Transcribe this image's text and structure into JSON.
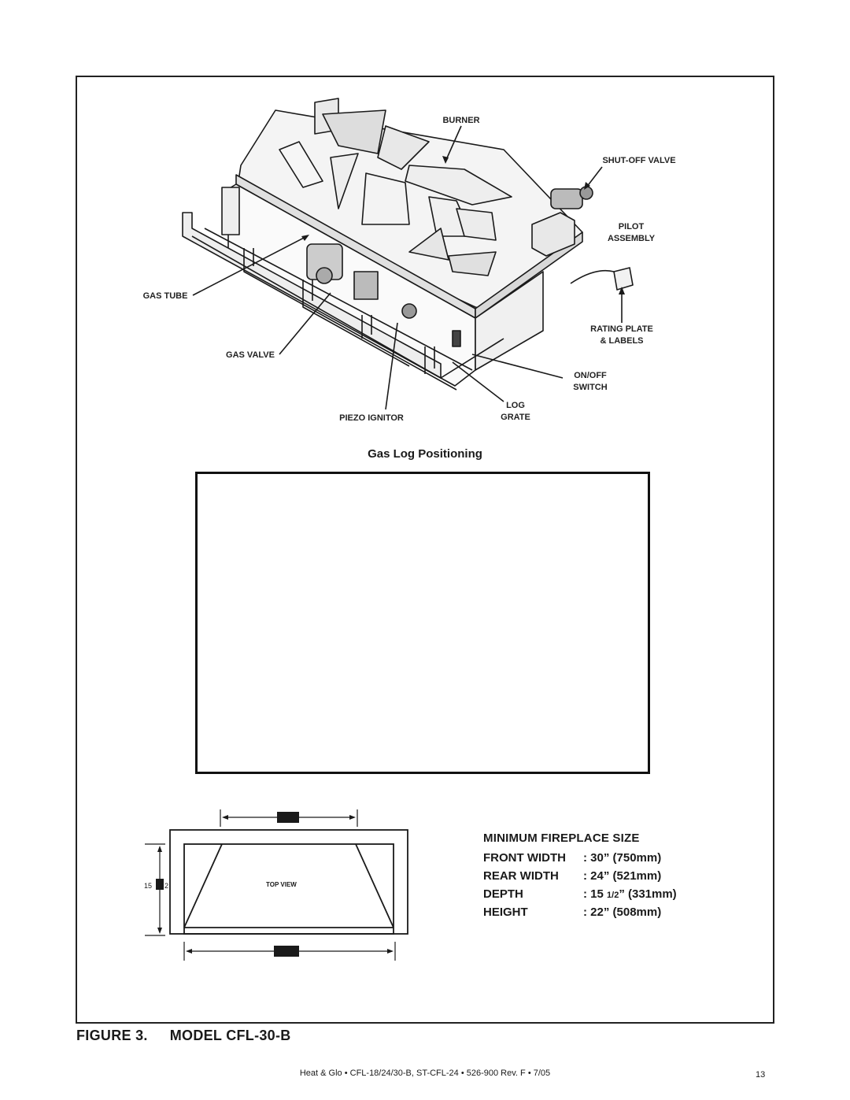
{
  "diagram": {
    "labels": {
      "burner": "BURNER",
      "shutoff_valve": "SHUT-OFF VALVE",
      "pilot_assembly": [
        "PILOT",
        "ASSEMBLY"
      ],
      "gas_tube": "GAS TUBE",
      "rating_plate": [
        "RATING PLATE",
        "& LABELS"
      ],
      "gas_valve": "GAS VALVE",
      "onoff_switch": [
        "ON/OFF",
        "SWITCH"
      ],
      "log_grate": [
        "LOG",
        "GRATE"
      ],
      "piezo_ignitor": "PIEZO IGNITOR"
    }
  },
  "positioning": {
    "title": "Gas Log Positioning"
  },
  "top_view": {
    "label": "TOP VIEW",
    "depth_left_num": "15",
    "depth_right_num": "2"
  },
  "min_size": {
    "title": "MINIMUM FIREPLACE SIZE",
    "rows": [
      {
        "key": "FRONT WIDTH",
        "value": ": 30” (750mm)"
      },
      {
        "key": "REAR WIDTH",
        "value": ": 24” (521mm)"
      },
      {
        "key": "DEPTH",
        "value_pre": ": 15 ",
        "value_frac": "1/2",
        "value_post": "” (331mm)"
      },
      {
        "key": "HEIGHT",
        "value": ": 22” (508mm)"
      }
    ]
  },
  "caption": {
    "figure": "FIGURE 3.",
    "model": "MODEL CFL-30-B"
  },
  "footer": {
    "text": "Heat & Glo  •  CFL-18/24/30-B, ST-CFL-24  •  526-900  Rev. F  •  7/05",
    "page": "13"
  }
}
